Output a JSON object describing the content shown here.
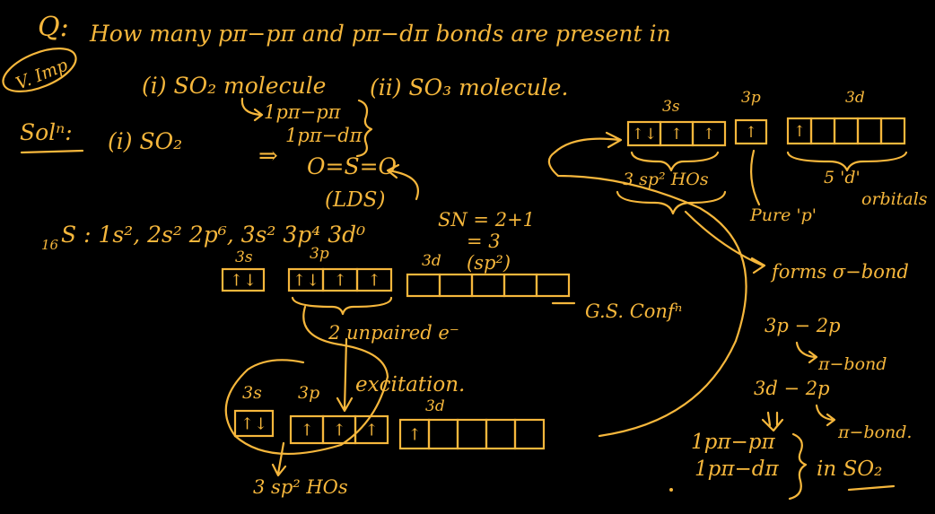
{
  "colors": {
    "background": "#000000",
    "ink": "#F6B73C"
  },
  "question": {
    "q_label": "Q:",
    "text": "How many pπ−pπ and pπ−dπ bonds are present in",
    "badge": "V. Imp",
    "part_1": "(i) SO₂ molecule",
    "part_2": "(ii) SO₃ molecule."
  },
  "solution": {
    "label": "Solⁿ:",
    "case": "(i) SO₂",
    "answer_1": "1pπ−pπ",
    "answer_2": "1pπ−dπ",
    "implies": "⇒",
    "structure": "O=S=O",
    "lds": "(LDS)",
    "sn_1": "SN = 2+1",
    "sn_2": "= 3",
    "sn_3": "(sp²)",
    "config_prefix": "16",
    "config": "S : 1s², 2s² 2p⁶, 3s² 3p⁴ 3d⁰"
  },
  "ground_state": {
    "label_3s": "3s",
    "label_3p": "3p",
    "label_3d": "3d",
    "box_3s": [
      "↑↓"
    ],
    "box_3p": [
      "↑↓",
      "↑",
      "↑"
    ],
    "box_3d": [
      "",
      "",
      "",
      "",
      ""
    ],
    "note": "2 unpaired e⁻",
    "conf": "G.S. Confⁿ"
  },
  "excited_state": {
    "arrow_label": "excitation.",
    "label_3s": "3s",
    "label_3p": "3p",
    "label_3d": "3d",
    "box_3s": [
      "↑↓"
    ],
    "box_3p": [
      "↑",
      "↑",
      "↑"
    ],
    "box_3d": [
      "↑",
      "",
      "",
      "",
      ""
    ],
    "hybrid": "3 sp² HOs"
  },
  "hybrid_state": {
    "label_3s": "3s",
    "label_3p": "3p",
    "label_3d": "3d",
    "box_sp2": [
      "↑↓",
      "↑",
      "↑"
    ],
    "box_p": [
      "↑"
    ],
    "box_d": [
      "↑",
      "",
      "",
      "",
      ""
    ],
    "hybrid": "3 sp² HOs",
    "d_count": "5 'd'",
    "d_label": "orbitals",
    "pure_p": "Pure 'p'"
  },
  "bonds": {
    "sigma": "forms σ−bond",
    "pp": "3p − 2p",
    "pp_result": "π−bond",
    "dp": "3d − 2p",
    "dp_result": "π−bond.",
    "final_1": "1pπ−pπ",
    "final_2": "1pπ−dπ",
    "final_in": "in SO₂"
  }
}
